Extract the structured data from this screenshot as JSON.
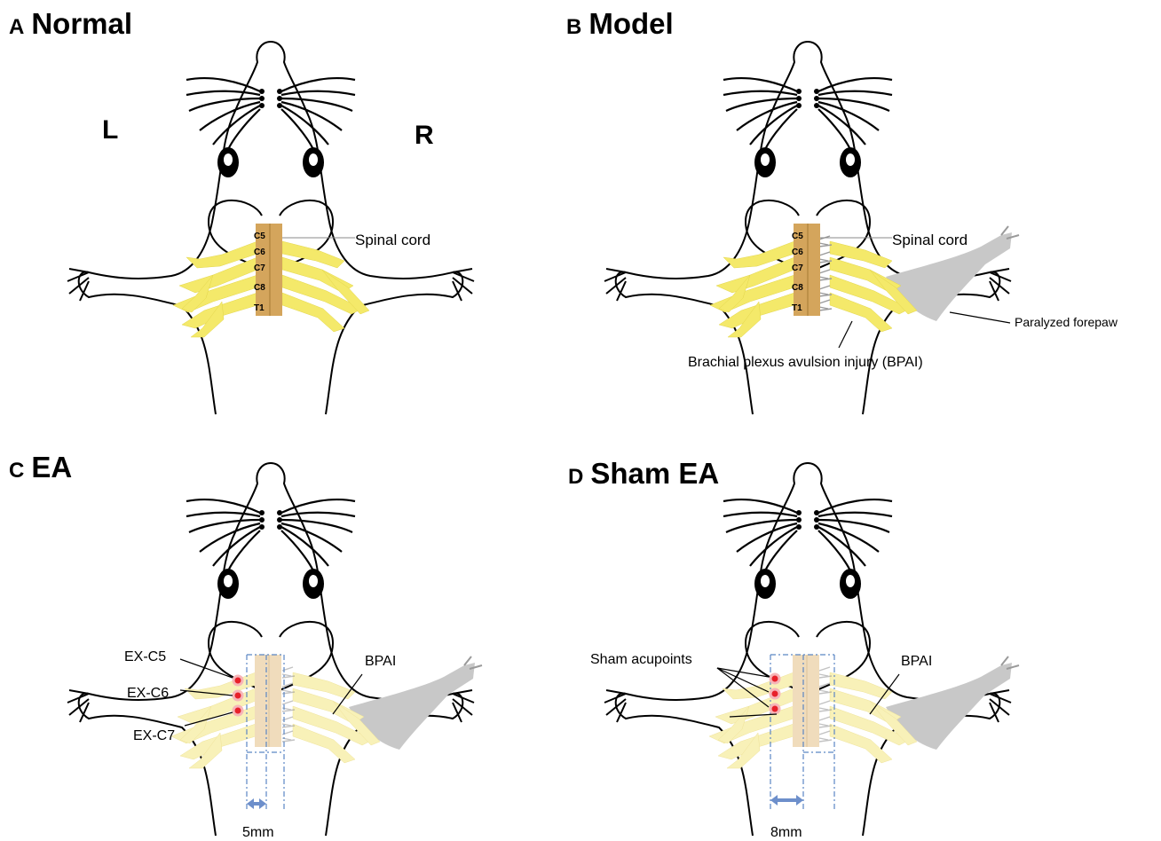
{
  "panels": {
    "a": {
      "letter": "A",
      "title": "Normal"
    },
    "b": {
      "letter": "B",
      "title": "Model"
    },
    "c": {
      "letter": "C",
      "title": "EA"
    },
    "d": {
      "letter": "D",
      "title": "Sham EA"
    }
  },
  "side_labels": {
    "left": "L",
    "right": "R"
  },
  "segments": [
    "C5",
    "C6",
    "C7",
    "C8",
    "T1"
  ],
  "labels": {
    "spinal_cord": "Spinal cord",
    "paralyzed_forepaw": "Paralyzed forepaw",
    "bpai_full": "Brachial plexus avulsion injury (BPAI)",
    "bpai": "BPAI",
    "ex_c5": "EX-C5",
    "ex_c6": "EX-C6",
    "ex_c7": "EX-C7",
    "sham_acupoints": "Sham acupoints",
    "dist_ea": "5mm",
    "dist_sham": "8mm"
  },
  "colors": {
    "nerve": "#f4e96a",
    "nerve_faded": "#f8f1b8",
    "spine": "#d4a55c",
    "spine_faded": "#f0dcbc",
    "paralyzed": "#c8c8c8",
    "acupoint": "#e8202a",
    "guide": "#5b86c4"
  }
}
